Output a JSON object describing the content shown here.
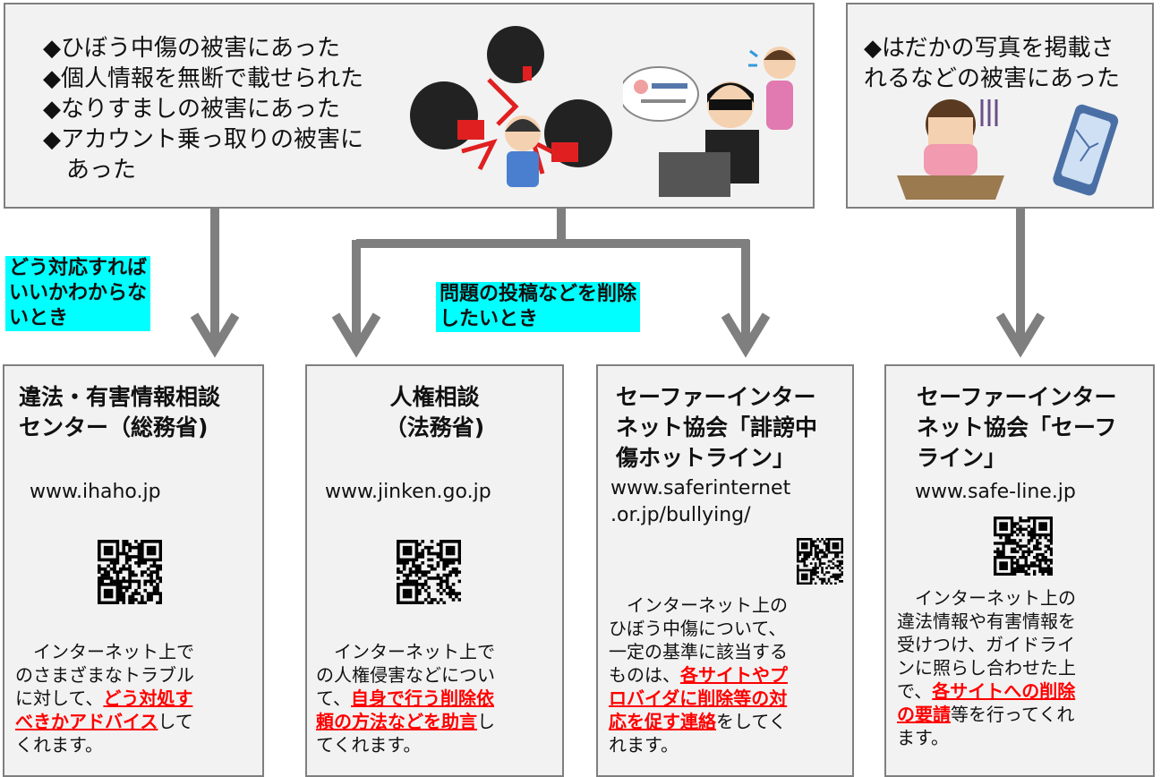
{
  "cases": {
    "general": {
      "items": [
        "◆ひぼう中傷の被害にあった",
        "◆個人情報を無断で載せられた",
        "◆なりすましの被害にあった",
        "◆アカウント乗っ取りの被害に",
        "あった"
      ]
    },
    "nude": {
      "lines": [
        "◆はだかの写真を掲載さ",
        "れるなどの被害にあった"
      ]
    }
  },
  "tags": {
    "unsure": [
      "どう対応すれば",
      "いいかわからな",
      "いとき"
    ],
    "delete": [
      "問題の投稿などを削除",
      "したいとき"
    ]
  },
  "cards": [
    {
      "title": [
        "違法・有害情報相談",
        "センター（総務省)"
      ],
      "url": [
        "www.ihaho.jp"
      ],
      "desc": [
        [
          "　インターネット上で"
        ],
        [
          "のさまざまなトラブル"
        ],
        [
          "に対して、",
          {
            "em": "どう対処す"
          }
        ],
        [
          {
            "em": "べきかアドバイス"
          },
          "して"
        ],
        [
          "くれます。"
        ]
      ]
    },
    {
      "title": [
        "人権相談",
        "（法務省)"
      ],
      "url": [
        "www.jinken.go.jp"
      ],
      "desc": [
        [
          "　インターネット上で"
        ],
        [
          "の人権侵害などについ"
        ],
        [
          "て、",
          {
            "em": "自身で行う削除依"
          }
        ],
        [
          {
            "em": "頼の方法などを助言"
          },
          "し"
        ],
        [
          "てくれます。"
        ]
      ]
    },
    {
      "title": [
        "セーファーインター",
        "ネット協会「誹謗中",
        "傷ホットライン」"
      ],
      "url": [
        "www.saferinternet",
        ".or.jp/bullying/"
      ],
      "desc": [
        [
          "　インターネット上の"
        ],
        [
          "ひぼう中傷について、"
        ],
        [
          "一定の基準に該当する"
        ],
        [
          "ものは、",
          {
            "em": "各サイトやプ"
          }
        ],
        [
          {
            "em": "ロバイダに削除等の対"
          }
        ],
        [
          {
            "em": "応を促す連絡"
          },
          "をしてく"
        ],
        [
          "れます。"
        ]
      ]
    },
    {
      "title": [
        "セーファーインター",
        "ネット協会「セーフ",
        "ライン」"
      ],
      "url": [
        "www.safe-line.jp"
      ],
      "desc": [
        [
          "　インターネット上の"
        ],
        [
          "違法情報や有害情報を"
        ],
        [
          "受けつけ、ガイドライ"
        ],
        [
          "ンに照らし合わせた上"
        ],
        [
          "で、",
          {
            "em": "各サイトへの削除"
          }
        ],
        [
          {
            "em": "の要請"
          },
          "等を行ってくれ"
        ],
        [
          "ます。"
        ]
      ]
    }
  ],
  "icons": [
    "harassment-illustration",
    "impersonation-illustration",
    "distressed-girl-illustration",
    "broken-phone-illustration",
    "qr-code-icon",
    "arrow-down-icon"
  ],
  "colors": {
    "accent_tag": "#00ffff",
    "emphasis": "#ff0000",
    "box_border": "#7f7f7f",
    "box_fill": "#f2f2f2",
    "arrow": "#7f7f7f"
  }
}
